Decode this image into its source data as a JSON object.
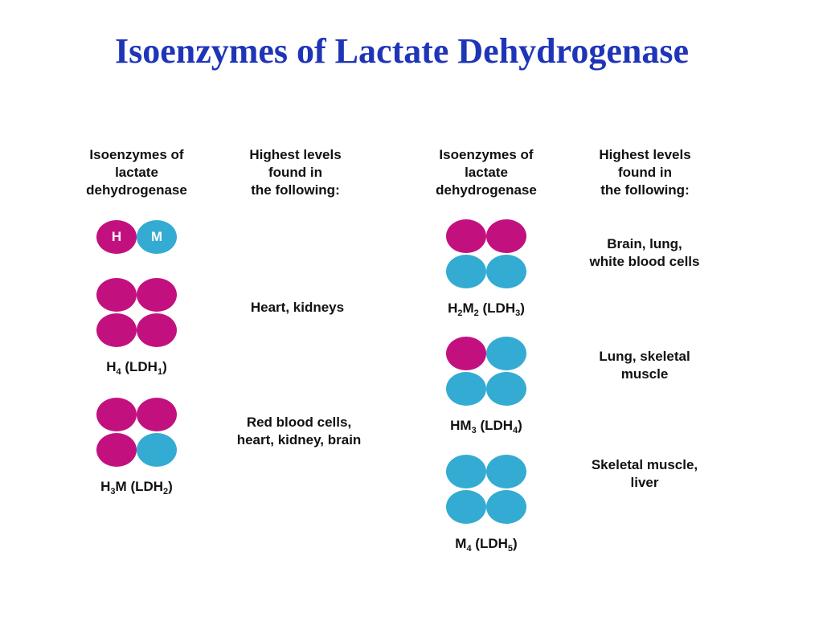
{
  "title": "Isoenzymes of Lactate Dehydrogenase",
  "colors": {
    "H": "#c2117f",
    "M": "#34abd2",
    "title": "#1f35b8"
  },
  "headers": {
    "isoenzyme": [
      "Isoenzymes of",
      "lactate",
      "dehydrogenase"
    ],
    "levels": [
      "Highest levels",
      "found in",
      "the following:"
    ]
  },
  "dimer": {
    "h_label": "H",
    "m_label": "M"
  },
  "isoenzymes": [
    {
      "id": "ldh1",
      "subunits": [
        "H",
        "H",
        "H",
        "H"
      ],
      "name": {
        "a": "H",
        "a_sub": "4",
        "b": "",
        "b_sub": "",
        "tail": " (LDH",
        "ldh_sub": "1",
        "close": ")"
      },
      "tissues": [
        "Heart, kidneys"
      ]
    },
    {
      "id": "ldh2",
      "subunits": [
        "H",
        "H",
        "H",
        "M"
      ],
      "name": {
        "a": "H",
        "a_sub": "3",
        "b": "M",
        "b_sub": "",
        "tail": " (LDH",
        "ldh_sub": "2",
        "close": ")"
      },
      "tissues": [
        "Red blood cells,",
        "heart, kidney, brain"
      ]
    },
    {
      "id": "ldh3",
      "subunits": [
        "H",
        "H",
        "M",
        "M"
      ],
      "name": {
        "a": "H",
        "a_sub": "2",
        "b": "M",
        "b_sub": "2",
        "tail": " (LDH",
        "ldh_sub": "3",
        "close": ")"
      },
      "tissues": [
        "Brain, lung,",
        "white blood cells"
      ]
    },
    {
      "id": "ldh4",
      "subunits": [
        "H",
        "M",
        "M",
        "M"
      ],
      "name": {
        "a": "H",
        "a_sub": "",
        "b": "M",
        "b_sub": "3",
        "tail": " (LDH",
        "ldh_sub": "4",
        "close": ")"
      },
      "tissues": [
        "Lung, skeletal",
        "muscle"
      ]
    },
    {
      "id": "ldh5",
      "subunits": [
        "M",
        "M",
        "M",
        "M"
      ],
      "name": {
        "a": "M",
        "a_sub": "4",
        "b": "",
        "b_sub": "",
        "tail": " (LDH",
        "ldh_sub": "5",
        "close": ")"
      },
      "tissues": [
        "Skeletal muscle,",
        "liver"
      ]
    }
  ]
}
